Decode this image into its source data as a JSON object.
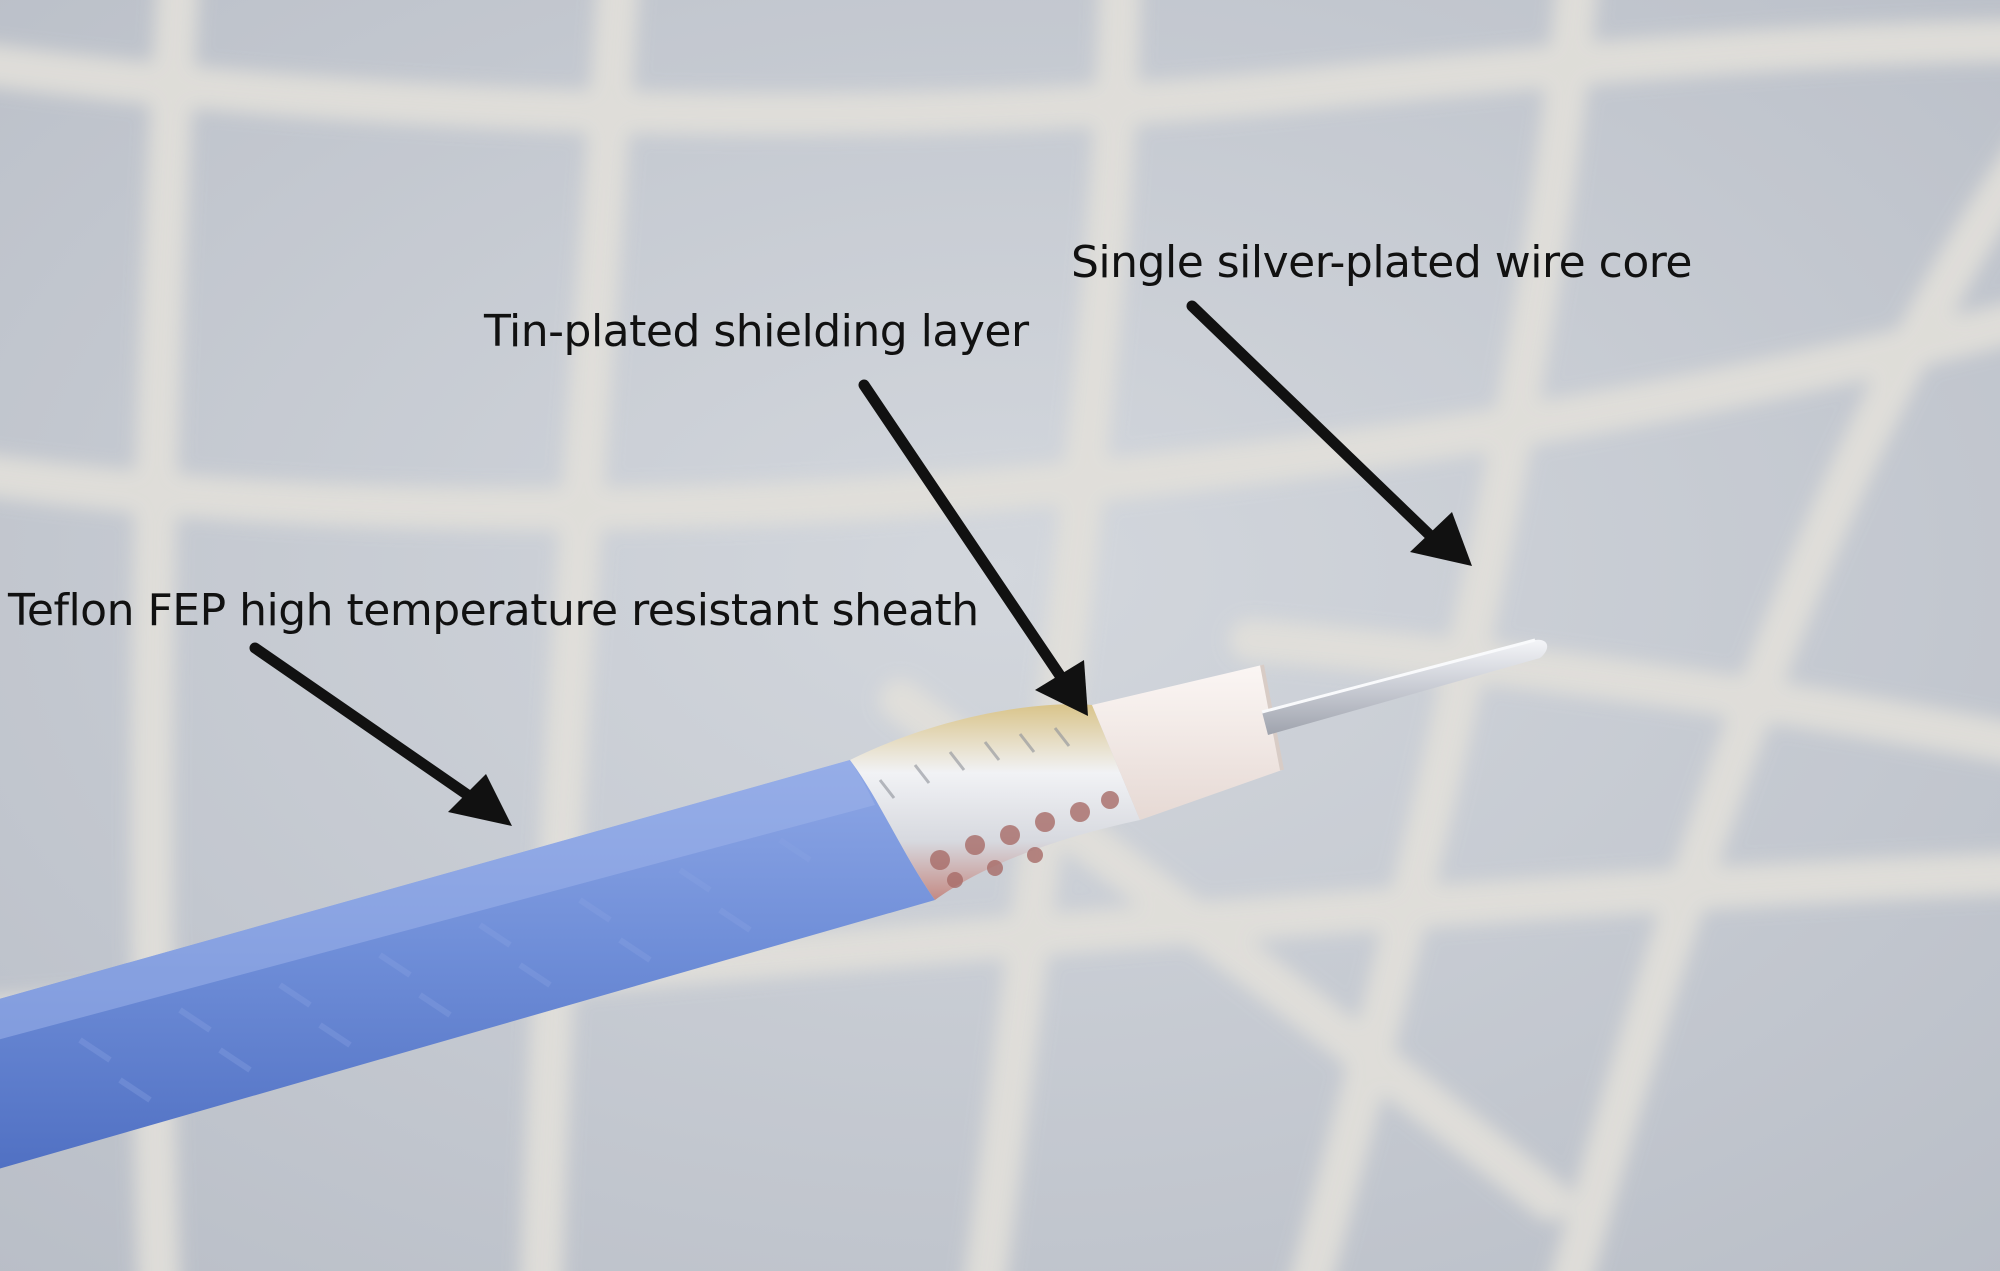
{
  "photo": {
    "subject": "coaxial-cable-cross-section",
    "colors": {
      "background": "#c7ccd3",
      "mesh_strands": "#e2e0da",
      "sheath": "#6f8ed8",
      "sheath_shadow": "#4f6fc2",
      "shield_foil": "#e9eaee",
      "shield_copper": "#c48a84",
      "dielectric": "#f3ece8",
      "core": "#c9ccd4",
      "arrow": "#111111"
    }
  },
  "callouts": [
    {
      "id": "sheath",
      "text": "Teflon FEP high temperature resistant sheath"
    },
    {
      "id": "shield",
      "text": "Tin-plated shielding layer"
    },
    {
      "id": "core",
      "text": "Single silver-plated wire core"
    }
  ]
}
